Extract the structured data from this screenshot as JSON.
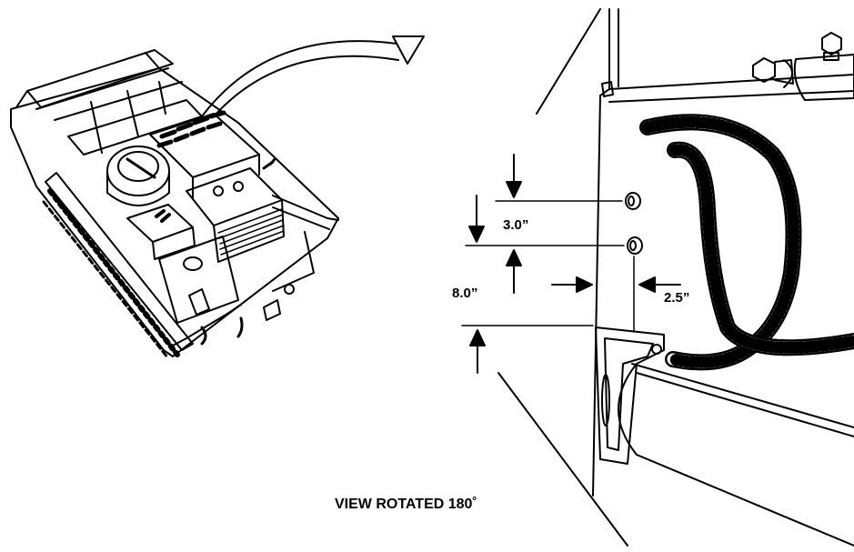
{
  "diagram": {
    "dimensions": {
      "hole_spacing": "3.0”",
      "vertical_offset": "8.0”",
      "horizontal_offset": "2.5”"
    },
    "caption": "VIEW ROTATED 180˚",
    "colors": {
      "ink": "#000000",
      "background": "#ffffff"
    }
  }
}
